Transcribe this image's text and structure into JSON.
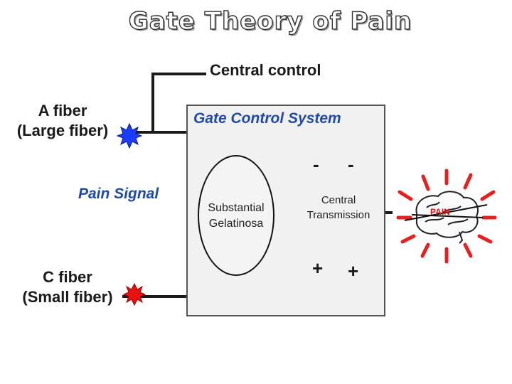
{
  "title": "Gate Theory of Pain",
  "labels": {
    "central_control": "Central control",
    "a_fiber_line1": "A fiber",
    "a_fiber_line2": "(Large fiber)",
    "c_fiber_line1": "C fiber",
    "c_fiber_line2": "(Small fiber)",
    "pain_signal": "Pain Signal",
    "gate_control_system": "Gate Control System",
    "substantia_line1": "Substantial",
    "substantia_line2": "Gelatinosa",
    "central_line1": "Central",
    "central_line2": "Transmission",
    "pain": "PAIN"
  },
  "signs": {
    "minus": "-",
    "plus": "+"
  },
  "colors": {
    "gate_title": "#1f4aa6",
    "a_fiber_star": "#1a3cff",
    "c_fiber_star": "#e81010",
    "pain_rays": "#e52020"
  }
}
